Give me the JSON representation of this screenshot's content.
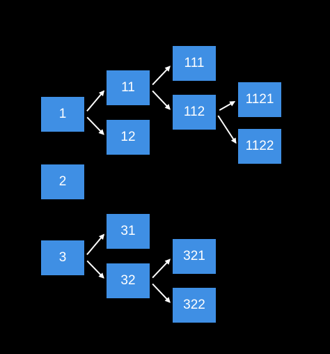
{
  "colors": {
    "background": "#000000",
    "node_fill": "#3f8fe4",
    "node_text": "#ffffff",
    "arrow": "#ffffff"
  },
  "nodes": [
    {
      "id": "1",
      "label": "1"
    },
    {
      "id": "11",
      "label": "11"
    },
    {
      "id": "12",
      "label": "12"
    },
    {
      "id": "111",
      "label": "111"
    },
    {
      "id": "112",
      "label": "112"
    },
    {
      "id": "1121",
      "label": "1121"
    },
    {
      "id": "1122",
      "label": "1122"
    },
    {
      "id": "2",
      "label": "2"
    },
    {
      "id": "3",
      "label": "3"
    },
    {
      "id": "31",
      "label": "31"
    },
    {
      "id": "32",
      "label": "32"
    },
    {
      "id": "321",
      "label": "321"
    },
    {
      "id": "322",
      "label": "322"
    }
  ],
  "edges": [
    {
      "from": "1",
      "to": "11"
    },
    {
      "from": "1",
      "to": "12"
    },
    {
      "from": "11",
      "to": "111"
    },
    {
      "from": "11",
      "to": "112"
    },
    {
      "from": "112",
      "to": "1121"
    },
    {
      "from": "112",
      "to": "1122"
    },
    {
      "from": "3",
      "to": "31"
    },
    {
      "from": "3",
      "to": "32"
    },
    {
      "from": "32",
      "to": "321"
    },
    {
      "from": "32",
      "to": "322"
    }
  ]
}
